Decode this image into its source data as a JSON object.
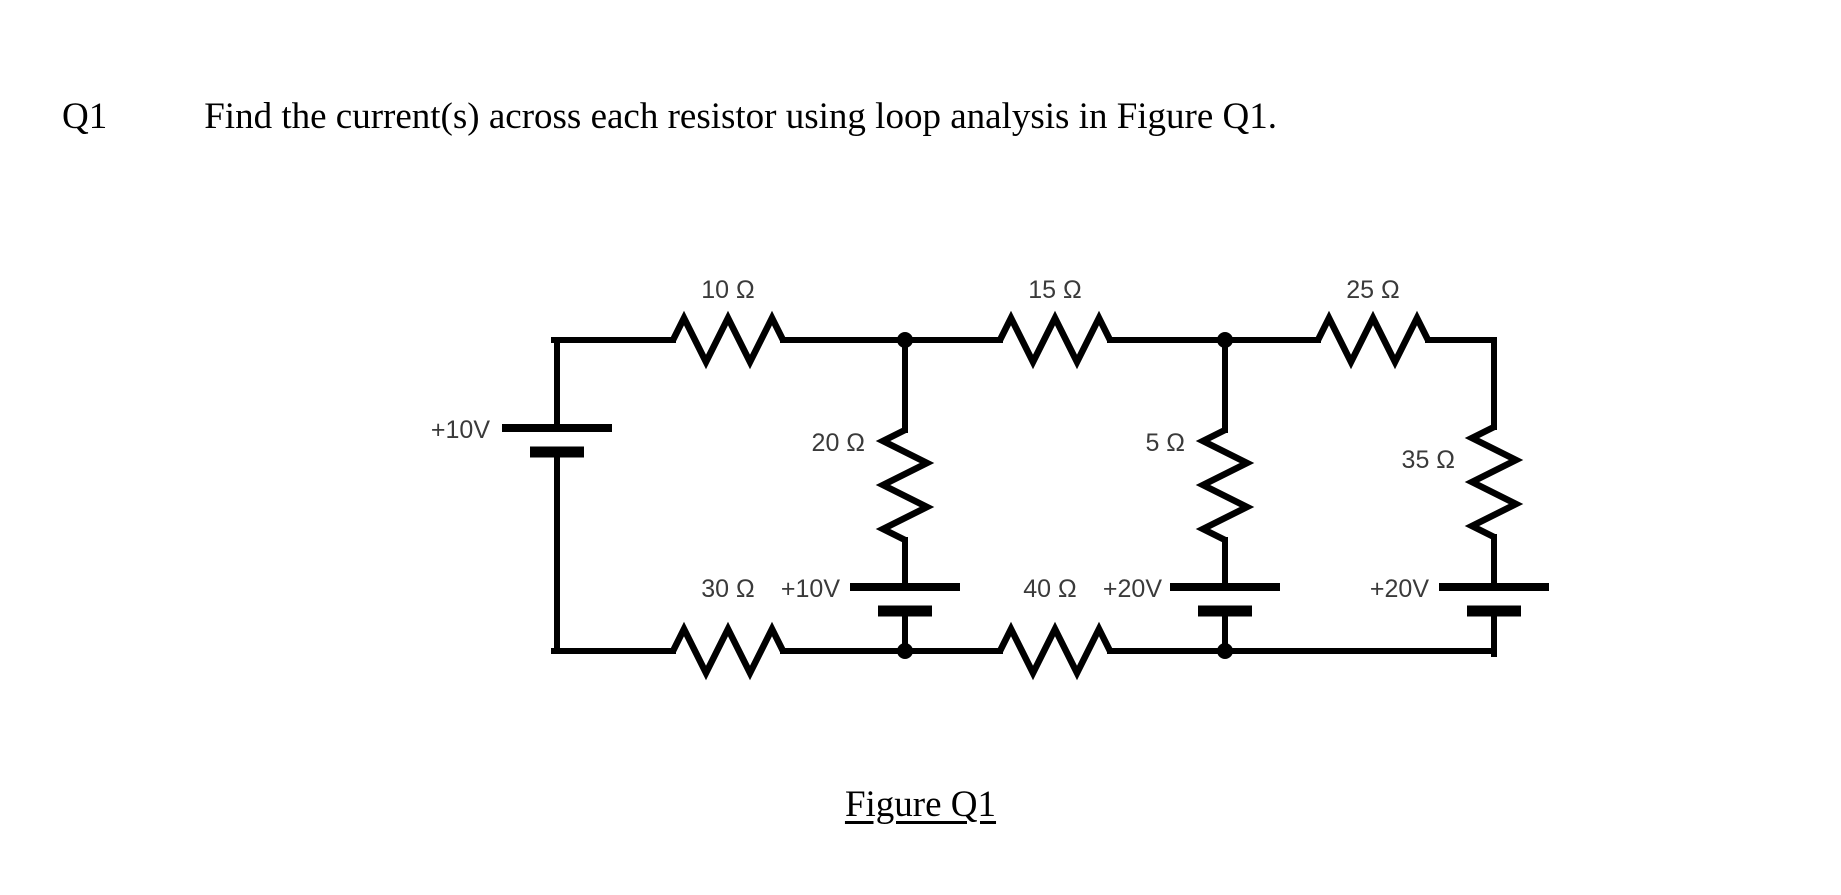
{
  "question": {
    "number": "Q1",
    "text": "Find the current(s) across each resistor using loop analysis in Figure Q1."
  },
  "figure": {
    "caption": "Figure Q1"
  },
  "circuit": {
    "resistors": {
      "top_left": "10 Ω",
      "top_middle": "15 Ω",
      "top_right": "25 Ω",
      "mid_left_vertical": "20 Ω",
      "mid_right_vertical": "5 Ω",
      "right_vertical": "35 Ω",
      "bottom_left": "30 Ω",
      "bottom_middle": "40 Ω"
    },
    "sources": {
      "left": "+10V",
      "bottom_left_branch": "+10V",
      "bottom_middle_branch": "+20V",
      "right_branch": "+20V"
    },
    "colors": {
      "wire": "#000000",
      "label": "#3a3a3a",
      "background": "#ffffff"
    }
  }
}
